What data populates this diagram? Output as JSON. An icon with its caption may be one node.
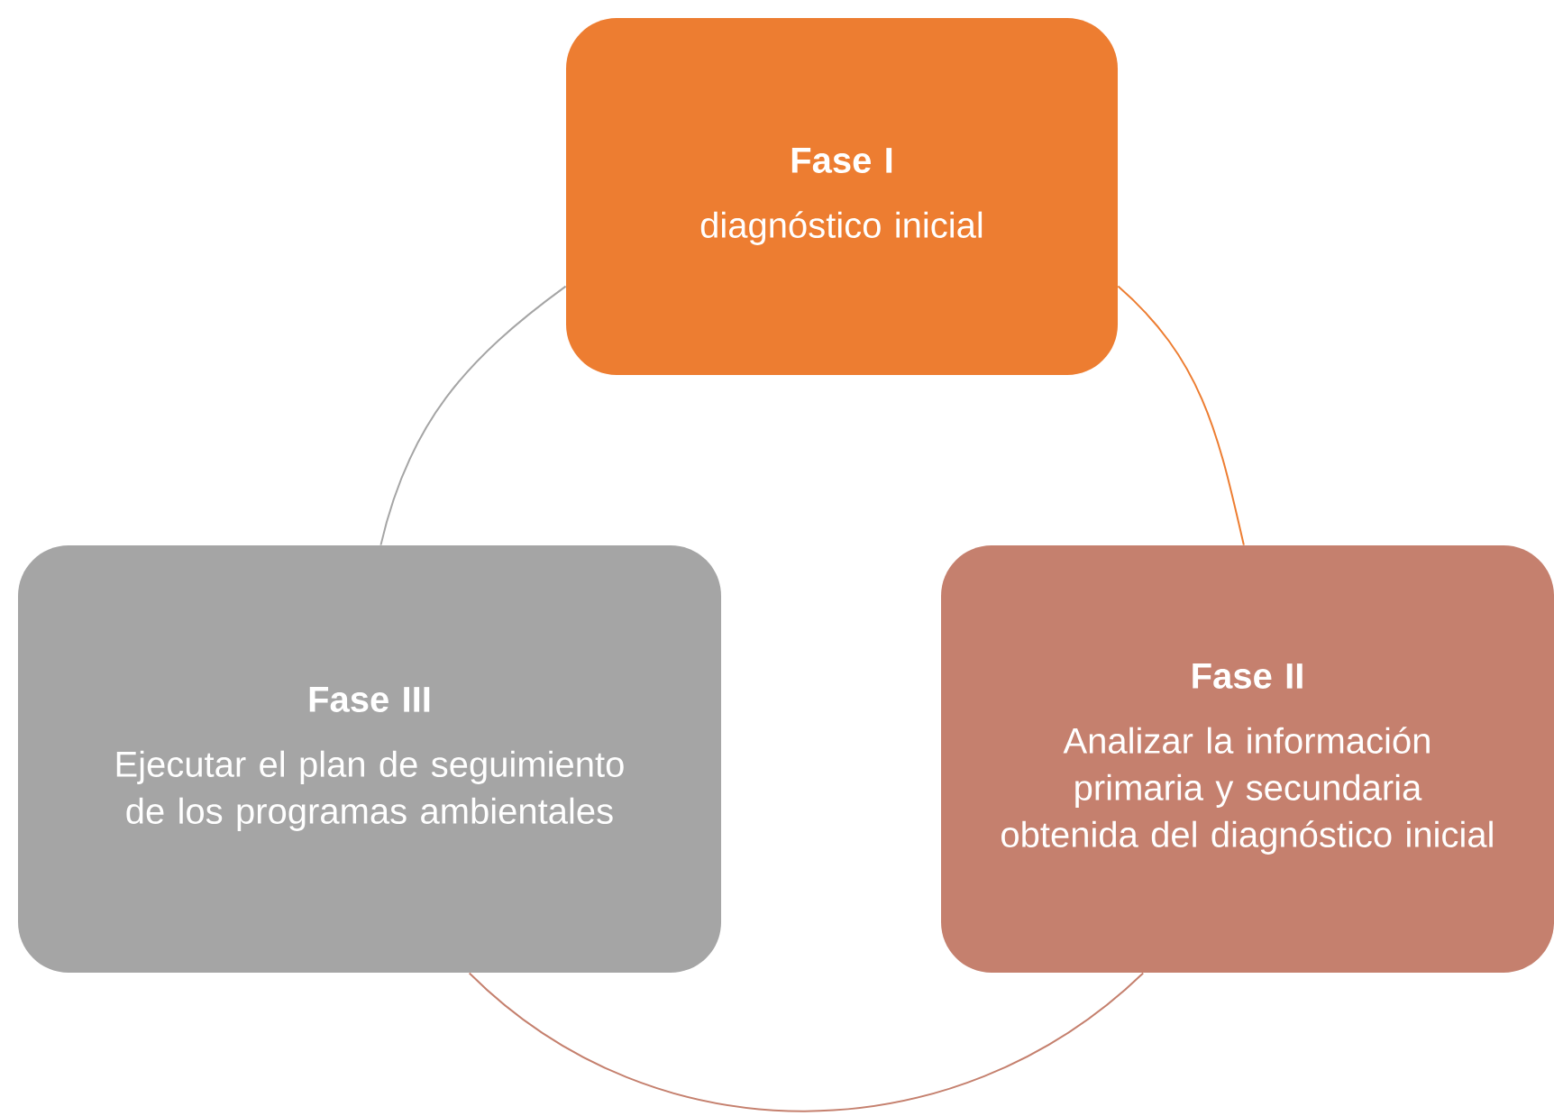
{
  "diagram": {
    "nodes": [
      {
        "text": [
          "Fase I",
          "diagnóstico inicial"
        ]
      },
      {
        "text": [
          "Fase II",
          "Analizar la información primaria y secundaria obtenida del diagnóstico inicial"
        ]
      },
      {
        "text": [
          "Fase III",
          "Ejecutar el plan de seguimiento de los programas ambientales"
        ]
      }
    ],
    "edges": [
      {
        "from": 0,
        "to": 1,
        "arrow": "none",
        "color": "#ed7d31"
      },
      {
        "from": 1,
        "to": 2,
        "arrow": "none",
        "color": "#c5806e"
      },
      {
        "from": 2,
        "to": 0,
        "arrow": "none",
        "color": "#a5a5a5"
      }
    ]
  }
}
